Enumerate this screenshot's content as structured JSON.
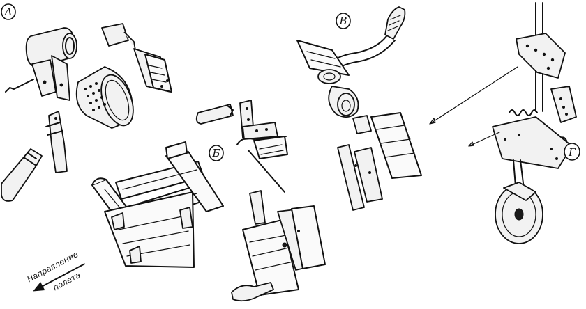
{
  "labels": {
    "a": "А",
    "b": "Б",
    "v": "В",
    "g": "Г"
  },
  "direction": {
    "line1": "Направление",
    "line2": "полета"
  }
}
